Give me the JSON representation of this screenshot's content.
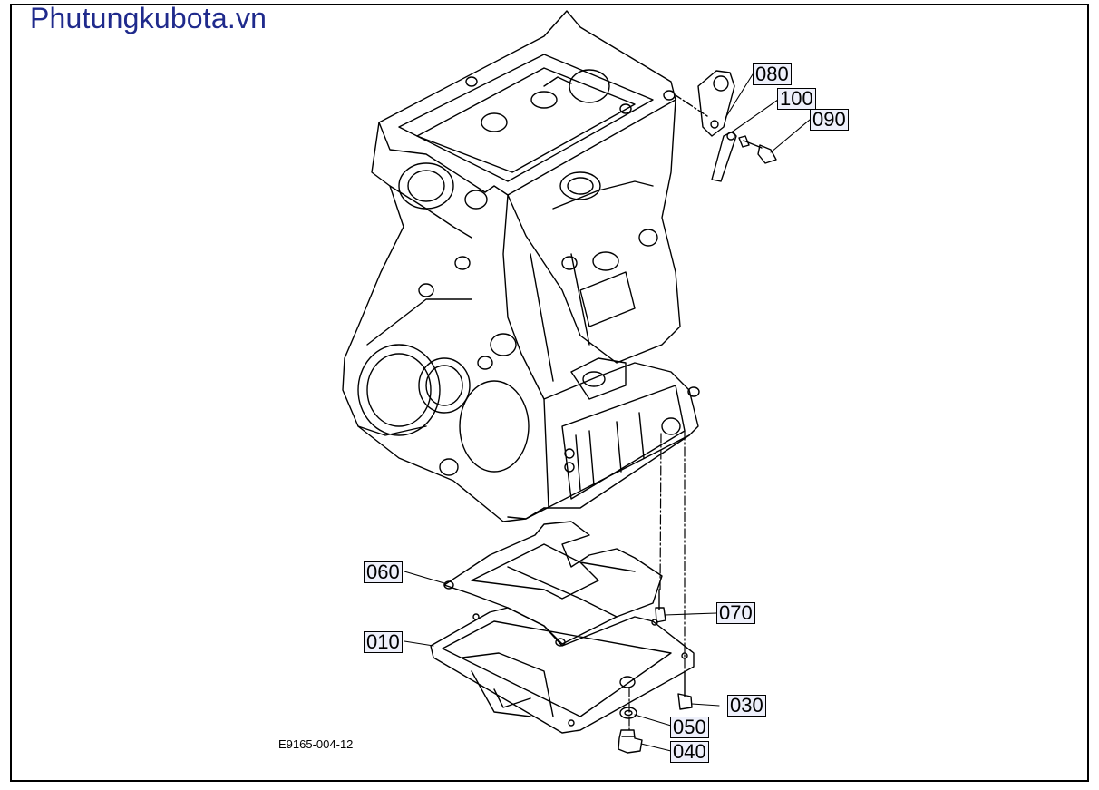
{
  "brand": {
    "watermark_text": "Phutungkubota.vn"
  },
  "drawing": {
    "code": "E9165-004-12",
    "parts": [
      {
        "id": "p080",
        "number": "080"
      },
      {
        "id": "p100",
        "number": "100"
      },
      {
        "id": "p090",
        "number": "090"
      },
      {
        "id": "p060",
        "number": "060"
      },
      {
        "id": "p070",
        "number": "070"
      },
      {
        "id": "p010",
        "number": "010"
      },
      {
        "id": "p030",
        "number": "030"
      },
      {
        "id": "p050",
        "number": "050"
      },
      {
        "id": "p040",
        "number": "040"
      }
    ]
  }
}
